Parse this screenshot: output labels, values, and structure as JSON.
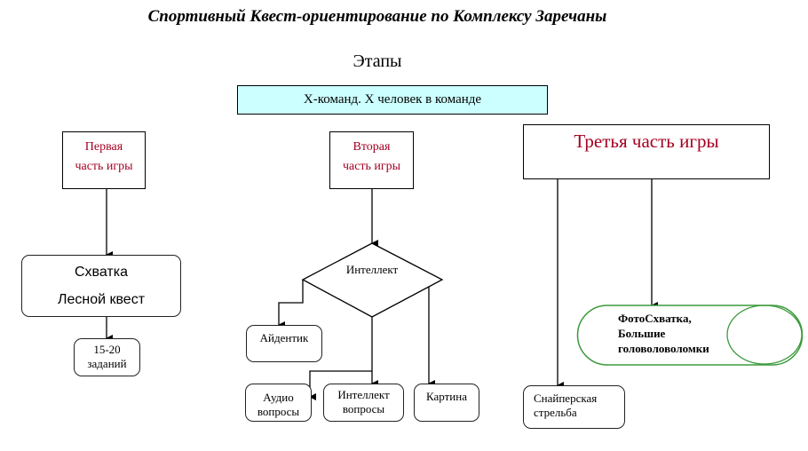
{
  "title": "Спортивный Квест-ориентирование по Комплексу Заречаны",
  "subtitle": "Этапы",
  "teams_box": "X-команд. X человек в команде",
  "parts": {
    "first": {
      "line1": "Первая",
      "line2": "часть игры"
    },
    "second": {
      "line1": "Вторая",
      "line2": "часть игры"
    },
    "third": {
      "label": "Третья часть игры"
    }
  },
  "first_branch": {
    "main": {
      "line1": "Схватка",
      "line2": "Лесной квест"
    },
    "tasks": {
      "line1": "15-20",
      "line2": "заданий"
    }
  },
  "second_branch": {
    "decision": "Интеллект",
    "identik": "Айдентик",
    "audio": {
      "line1": "Аудио",
      "line2": "вопросы"
    },
    "intellect_q": {
      "line1": "Интеллект",
      "line2": "вопросы"
    },
    "picture": "Картина"
  },
  "third_branch": {
    "photo": {
      "line1": "ФотоСхватка,",
      "line2": "Большие",
      "line3": "головоловоломки"
    },
    "sniper": {
      "line1": "Снайперская",
      "line2": "стрельба"
    }
  },
  "colors": {
    "accent_red": "#a50021",
    "cyan_fill": "#ccffff",
    "green_outline": "#3c9a3c"
  }
}
